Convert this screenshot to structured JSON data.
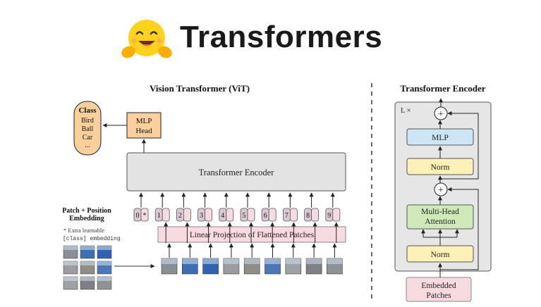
{
  "banner": {
    "title": "Transformers",
    "logo_icon": "hugging-face-emoji-icon"
  },
  "vit": {
    "title": "Vision Transformer (ViT)",
    "class_box": {
      "heading": "Class",
      "items": [
        "Bird",
        "Ball",
        "Car",
        "..."
      ]
    },
    "mlp_head": [
      "MLP",
      "Head"
    ],
    "encoder_label": "Transformer Encoder",
    "patch_embedding_label": [
      "Patch + Position",
      "Embedding"
    ],
    "learnable_note": [
      "* Extra learnable",
      "[class] embedding"
    ],
    "linear_projection_label": "Linear Projection of Flattened Patches",
    "position_tokens": [
      "0",
      "1",
      "2",
      "3",
      "4",
      "5",
      "6",
      "7",
      "8",
      "9"
    ],
    "class_token_marker": "*"
  },
  "encoder_detail": {
    "title": "Transformer Encoder",
    "repeat_label": "L ×",
    "mlp_label": "MLP",
    "norm_label": "Norm",
    "attention_label": [
      "Multi-Head",
      "Attention"
    ],
    "add_symbol": "+",
    "input_label": [
      "Embedded",
      "Patches"
    ]
  },
  "colors": {
    "class_box": "#f9cf9c",
    "mlp_head": "#f9cf9c",
    "encoder_box": "#e3e3e3",
    "position_token": "#dcc8d3",
    "patch_token": "#f6dbe2",
    "linear_projection": "#f8dbe1",
    "encoder_panel": "#e6e6e6",
    "mlp_block": "#cde6f6",
    "norm_block": "#fdf1b8",
    "attention_block": "#cfe9b9",
    "embedded_patches": "#f8dbe1"
  }
}
